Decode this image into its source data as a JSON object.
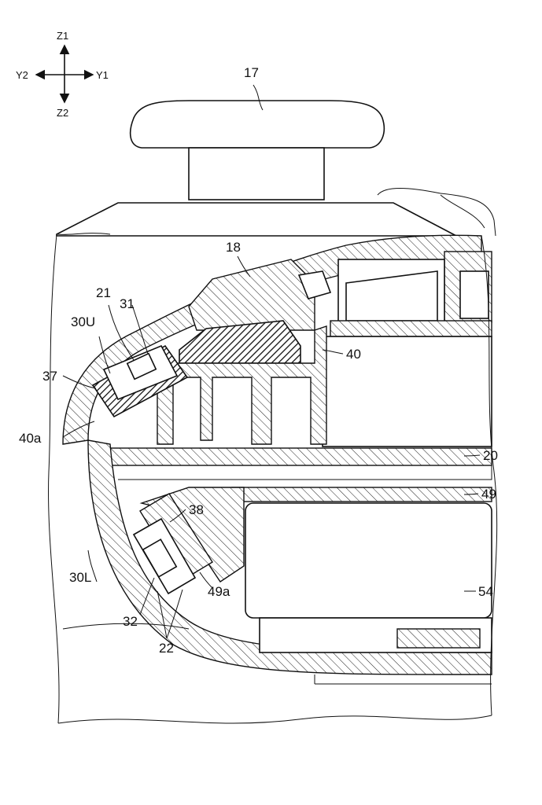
{
  "axes": {
    "z_up": "Z1",
    "z_down": "Z2",
    "y_left": "Y2",
    "y_right": "Y1"
  },
  "labels": {
    "l17": "17",
    "l18": "18",
    "l21": "21",
    "l31": "31",
    "l30u": "30U",
    "l40": "40",
    "l37": "37",
    "l40a": "40a",
    "l20": "20",
    "l49": "49",
    "l38": "38",
    "l30l": "30L",
    "l49a": "49a",
    "l54": "54",
    "l32": "32",
    "l22": "22"
  }
}
